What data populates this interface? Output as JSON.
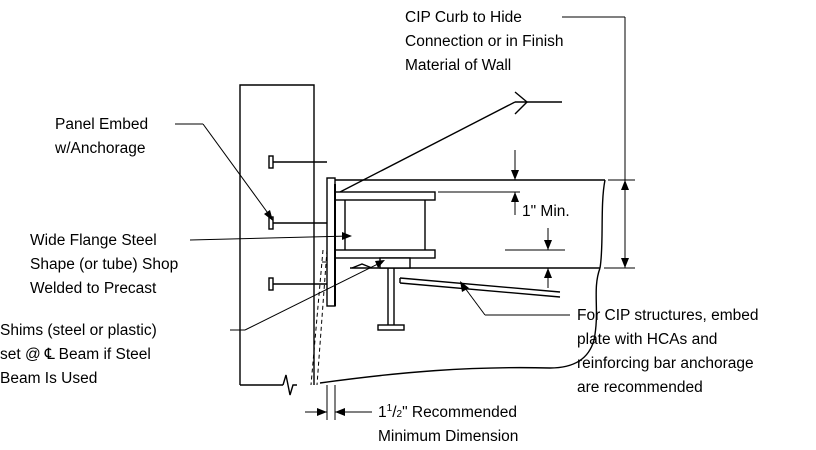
{
  "labels": {
    "cip_curb": [
      "CIP Curb to Hide",
      "Connection or in Finish",
      "Material of Wall"
    ],
    "panel_embed": [
      "Panel Embed",
      "w/Anchorage"
    ],
    "wide_flange": [
      "Wide Flange Steel",
      "Shape (or tube) Shop",
      "Welded to Precast"
    ],
    "shims": [
      "Shims (steel or plastic)",
      "set @",
      "Beam if Steel",
      "Beam Is Used"
    ],
    "centerline_symbol": "℄",
    "one_inch_min": "1\" Min.",
    "cip_structures": [
      "For CIP structures, embed",
      "plate with HCAs and",
      "reinforcing bar anchorage",
      "are recommended"
    ],
    "dim_whole": "1",
    "dim_num": "1",
    "dim_slash": "/",
    "dim_den": "2",
    "dim_rest": "\" Recommended",
    "dim_line2": "Minimum Dimension"
  }
}
